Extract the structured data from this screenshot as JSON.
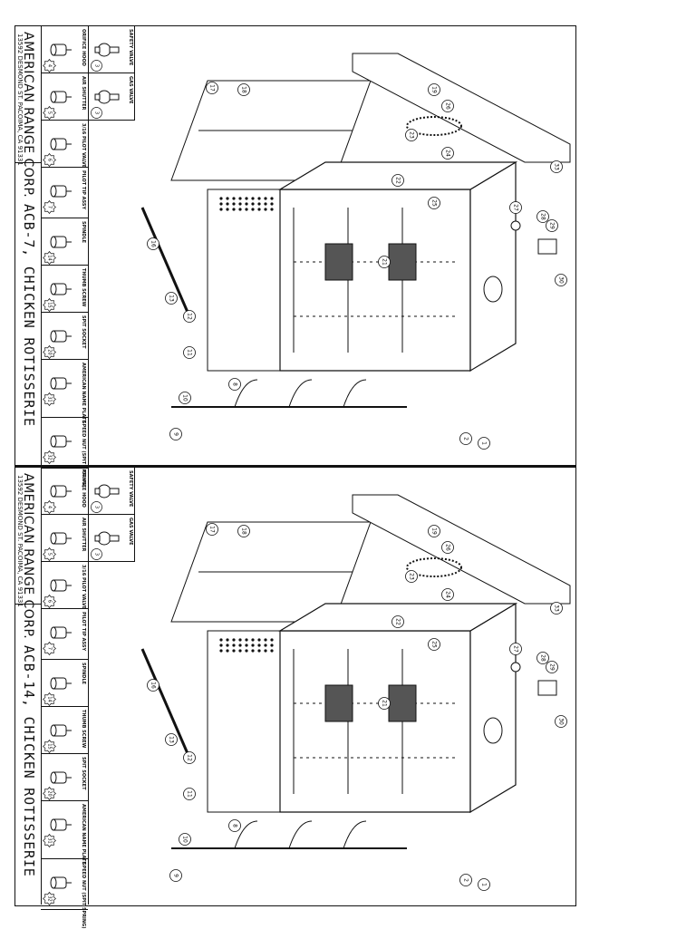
{
  "panels": [
    {
      "company": "AMERICAN RANGE CORP.",
      "address": "13592 DESMOND ST. PACOIMA, CA 91331",
      "title": "ACB-7, CHICKEN ROTISSERIE",
      "parts_top": [
        {
          "label": "SAFETY VALVE",
          "num": "3"
        },
        {
          "label": "GAS VALVE",
          "num": "3"
        }
      ],
      "parts": [
        {
          "label": "ORIFICE HOOD",
          "num": "4"
        },
        {
          "label": "AIR SHUTTER",
          "num": "5"
        },
        {
          "label": "3/16 PILOT VALVE",
          "num": "6"
        },
        {
          "label": "PILOT TIP ASSY",
          "num": "7"
        },
        {
          "label": "SPINDLE",
          "num": "14"
        },
        {
          "label": "THUMB SCREW",
          "num": "15"
        },
        {
          "label": "SPIT SOCKET",
          "num": "20"
        },
        {
          "label": "AMERICAN NAME PLATE",
          "num": "31"
        },
        {
          "label": "SPEED NUT (SPIT SPRING)",
          "num": "32"
        }
      ],
      "callouts": [
        "1",
        "2",
        "8",
        "9",
        "10",
        "11",
        "12",
        "13",
        "16",
        "17",
        "18",
        "19",
        "21",
        "22",
        "23",
        "24",
        "25",
        "26",
        "27",
        "28",
        "29",
        "30",
        "33"
      ]
    },
    {
      "company": "AMERICAN RANGE CORP.",
      "address": "13592 DESMOND ST. PACOIMA, CA 91331",
      "title": "ACB-14, CHICKEN ROTISSERIE",
      "parts_top": [
        {
          "label": "SAFETY VALVE",
          "num": "3"
        },
        {
          "label": "GAS VALVE",
          "num": "3"
        }
      ],
      "parts": [
        {
          "label": "ORIFICE HOOD",
          "num": "4"
        },
        {
          "label": "AIR SHUTTER",
          "num": "5"
        },
        {
          "label": "3/16 PILOT VALVE",
          "num": "6"
        },
        {
          "label": "PILOT TIP ASSY",
          "num": "7"
        },
        {
          "label": "SPINDLE",
          "num": "14"
        },
        {
          "label": "THUMB SCREW",
          "num": "15"
        },
        {
          "label": "SPIT SOCKET",
          "num": "20"
        },
        {
          "label": "AMERICAN NAME PLATE",
          "num": "31"
        },
        {
          "label": "SPEED NUT (SPIT SPRING)",
          "num": "32"
        }
      ],
      "callouts": [
        "1",
        "2",
        "8",
        "9",
        "10",
        "11",
        "12",
        "13",
        "16",
        "17",
        "18",
        "19",
        "21",
        "22",
        "23",
        "24",
        "25",
        "26",
        "27",
        "28",
        "29",
        "30",
        "33"
      ]
    }
  ]
}
